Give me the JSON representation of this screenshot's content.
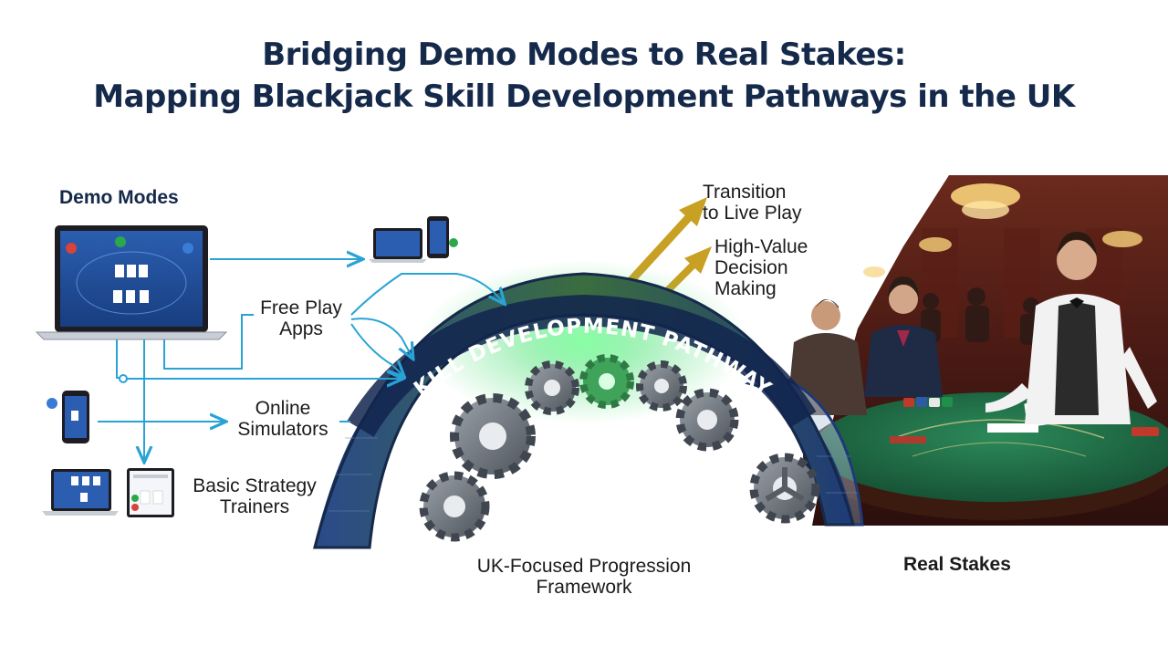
{
  "title": {
    "line1": "Bridging Demo Modes to Real Stakes:",
    "line2": "Mapping Blackjack Skill Development Pathways in the UK"
  },
  "demo": {
    "heading": "Demo Modes",
    "items": [
      {
        "label_lines": [
          "Free Play",
          "Apps"
        ]
      },
      {
        "label_lines": [
          "Online",
          "Simulators"
        ]
      },
      {
        "label_lines": [
          "Basic Strategy",
          "Trainers"
        ]
      }
    ]
  },
  "bridge": {
    "arc_label": "SKILL DEVELOPMENT PATHWAYS",
    "caption_lines": [
      "UK-Focused Progression",
      "Framework"
    ]
  },
  "outcomes": [
    {
      "label_lines": [
        "Transition",
        "to Live Play"
      ]
    },
    {
      "label_lines": [
        "High-Value",
        "Decision",
        "Making"
      ]
    }
  ],
  "real": {
    "heading": "Real Stakes"
  },
  "colors": {
    "title": "#15294a",
    "connector": "#29a3d6",
    "arrow_gold": "#c8a024",
    "bridge_navy": "#1f3a78",
    "glow_green": "#3ddc6a",
    "felt_green": "#1f6b47"
  }
}
